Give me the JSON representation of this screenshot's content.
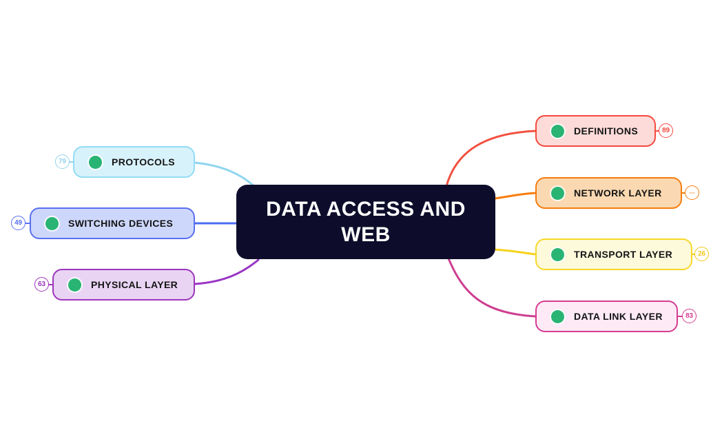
{
  "canvas": {
    "background": "#ffffff"
  },
  "center_node": {
    "label": "DATA ACCESS AND WEB",
    "bg": "#0d0d2b",
    "text_color": "#ffffff"
  },
  "bullet": {
    "color": "#29b474"
  },
  "nodes": [
    {
      "label": "PROTOCOLS",
      "badge": "79",
      "side": "left",
      "fill": "#d8f2fb",
      "border": "#92dcf4",
      "line": "#8ed5ef",
      "badge_color": "#92d4ec"
    },
    {
      "label": "SWITCHING DEVICES",
      "badge": "49",
      "side": "left",
      "fill": "#cdd7fb",
      "border": "#5a70ef",
      "line": "#4a6cf2",
      "badge_color": "#5a70ef"
    },
    {
      "label": "PHYSICAL LAYER",
      "badge": "63",
      "side": "left",
      "fill": "#e9d4f3",
      "border": "#9c35bd",
      "line": "#9935c4",
      "badge_color": "#9c35bd"
    },
    {
      "label": "DEFINITIONS",
      "badge": "89",
      "side": "right",
      "fill": "#fcdbd9",
      "border": "#f4493c",
      "line": "#f2503f",
      "badge_color": "#f4493c"
    },
    {
      "label": "NETWORK LAYER",
      "badge": "···",
      "side": "right",
      "fill": "#fad8b1",
      "border": "#f57d0e",
      "line": "#f87d0d",
      "badge_color": "#f57d0e"
    },
    {
      "label": "TRANSPORT LAYER",
      "badge": "26",
      "side": "right",
      "fill": "#fdf9db",
      "border": "#f7d728",
      "line": "#f5d31d",
      "badge_color": "#efc81a"
    },
    {
      "label": "DATA LINK LAYER",
      "badge": "83",
      "side": "right",
      "fill": "#fdeaf6",
      "border": "#d53c92",
      "line": "#ce3f90",
      "badge_color": "#d53c92"
    }
  ]
}
